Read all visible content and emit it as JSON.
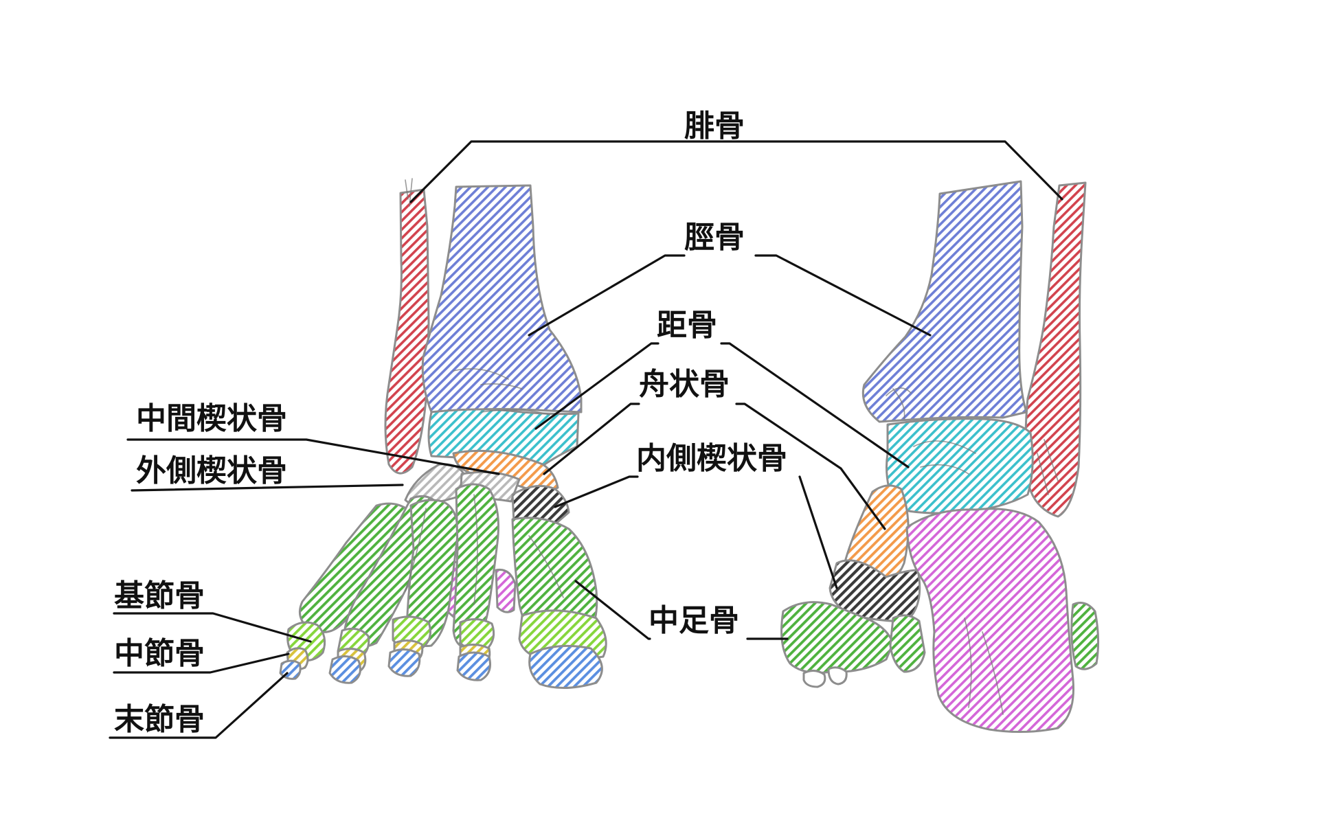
{
  "labels": {
    "fibula": "腓骨",
    "tibia": "脛骨",
    "talus": "距骨",
    "navicular": "舟状骨",
    "intermediate_cuneiform": "中間楔状骨",
    "lateral_cuneiform": "外側楔状骨",
    "medial_cuneiform": "内側楔状骨",
    "metatarsal": "中足骨",
    "proximal_phalanx": "基節骨",
    "middle_phalanx": "中節骨",
    "distal_phalanx": "末節骨"
  },
  "colors": {
    "fibula": "#d2434e",
    "tibia": "#6e7fd6",
    "talus": "#3cc0cc",
    "navicular": "#f39a4a",
    "lateral_cuneiform": "#b9b9b9",
    "medial_cuneiform": "#3a3a3a",
    "metatarsal": "#4fb23f",
    "proximal_phalanx": "#86d63c",
    "middle_phalanx": "#d8c23c",
    "distal_phalanx": "#5b8fe0",
    "calcaneus": "#d466d8",
    "cuboid": "#d466d8"
  }
}
